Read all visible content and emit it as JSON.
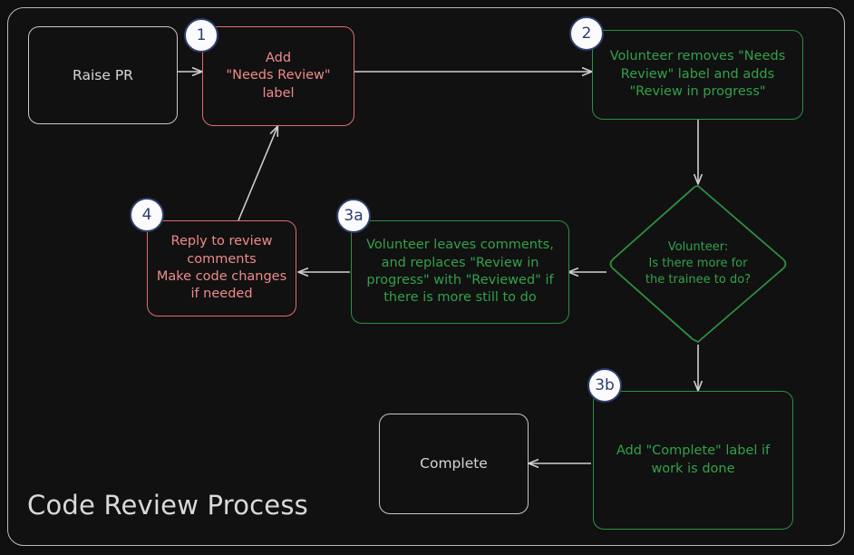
{
  "diagram": {
    "title": "Code Review Process",
    "colors": {
      "background": "#0f0f0f",
      "frame_border": "#b9b9b9",
      "neutral_node": "#c8c8c8",
      "neutral_text": "#d6d6d6",
      "red_node": "#e06c6c",
      "red_text": "#ef8a8a",
      "green_node": "#2f8f3f",
      "green_text": "#33a04a",
      "badge_fill": "#fbfbfd",
      "badge_border": "#2c3e6b",
      "badge_text": "#2c3e6b",
      "arrow": "#cfcfcf"
    },
    "nodes": [
      {
        "id": "raise-pr",
        "label": "Raise PR",
        "shape": "rounded-rect",
        "style": "neutral",
        "badge": null
      },
      {
        "id": "add-needs-review-label",
        "label": "Add\n\"Needs Review\"\nlabel",
        "shape": "rounded-rect",
        "style": "red",
        "badge": "1"
      },
      {
        "id": "volunteer-removes-needs-review",
        "label": "Volunteer removes \"Needs\nReview\" label and adds\n\"Review in progress\"",
        "shape": "rounded-rect",
        "style": "green",
        "badge": "2"
      },
      {
        "id": "volunteer-decision",
        "label": "Volunteer:\nIs there more for\nthe trainee to do?",
        "shape": "diamond",
        "style": "green",
        "badge": null
      },
      {
        "id": "volunteer-leaves-comments",
        "label": "Volunteer leaves comments,\nand replaces \"Review in\nprogress\" with \"Reviewed\" if\nthere is more still to do",
        "shape": "rounded-rect",
        "style": "green",
        "badge": "3a"
      },
      {
        "id": "reply-to-review-comments",
        "label": "Reply to review\ncomments\nMake code changes\nif needed",
        "shape": "rounded-rect",
        "style": "red",
        "badge": "4"
      },
      {
        "id": "add-complete-label",
        "label": "Add \"Complete\" label if\nwork is done",
        "shape": "rounded-rect",
        "style": "green",
        "badge": "3b"
      },
      {
        "id": "complete",
        "label": "Complete",
        "shape": "rounded-rect",
        "style": "neutral",
        "badge": null
      }
    ],
    "edges": [
      {
        "from": "raise-pr",
        "to": "add-needs-review-label",
        "label": ""
      },
      {
        "from": "add-needs-review-label",
        "to": "volunteer-removes-needs-review",
        "label": ""
      },
      {
        "from": "volunteer-removes-needs-review",
        "to": "volunteer-decision",
        "label": ""
      },
      {
        "from": "volunteer-decision",
        "to": "volunteer-leaves-comments",
        "label": ""
      },
      {
        "from": "volunteer-decision",
        "to": "add-complete-label",
        "label": ""
      },
      {
        "from": "volunteer-leaves-comments",
        "to": "reply-to-review-comments",
        "label": ""
      },
      {
        "from": "reply-to-review-comments",
        "to": "add-needs-review-label",
        "label": ""
      },
      {
        "from": "add-complete-label",
        "to": "complete",
        "label": ""
      }
    ]
  }
}
